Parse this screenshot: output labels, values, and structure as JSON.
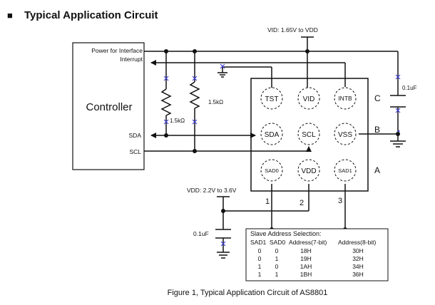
{
  "section": {
    "bullet": "■",
    "title": "Typical Application Circuit"
  },
  "controller": {
    "power_label": "Power for Interface",
    "interrupt_label": "Interrupt",
    "title": "Controller",
    "sda_label": "SDA",
    "scl_label": "SCL"
  },
  "resistors": {
    "r1_label": "1.5kΩ",
    "r2_label": "1.5kΩ"
  },
  "supplies": {
    "vid_label": "VID: 1.65V to VDD",
    "vdd_label": "VDD: 2.2V to 3.6V"
  },
  "capacitors": {
    "top_label": "0.1uF",
    "bottom_label": "0.1uF"
  },
  "chip": {
    "pins": [
      "TST",
      "VID",
      "INTB",
      "SDA",
      "SCL",
      "VSS",
      "SAD0",
      "VDD",
      "SAD1"
    ],
    "row_labels": [
      "C",
      "B",
      "A"
    ],
    "column_labels": [
      "1",
      "2",
      "3"
    ]
  },
  "address_table": {
    "title": "Slave Address Selection:",
    "headers": [
      "SAD1",
      "SAD0",
      "Address(7-bit)",
      "Address(8-bit)"
    ],
    "rows": [
      [
        "0",
        "0",
        "18H",
        "30H"
      ],
      [
        "0",
        "1",
        "19H",
        "32H"
      ],
      [
        "1",
        "0",
        "1AH",
        "34H"
      ],
      [
        "1",
        "1",
        "1BH",
        "36H"
      ]
    ]
  },
  "caption": "Figure 1, Typical Application Circuit of AS8801",
  "colors": {
    "line": "#111111",
    "unconnected_marker": "#3a3ad6"
  }
}
